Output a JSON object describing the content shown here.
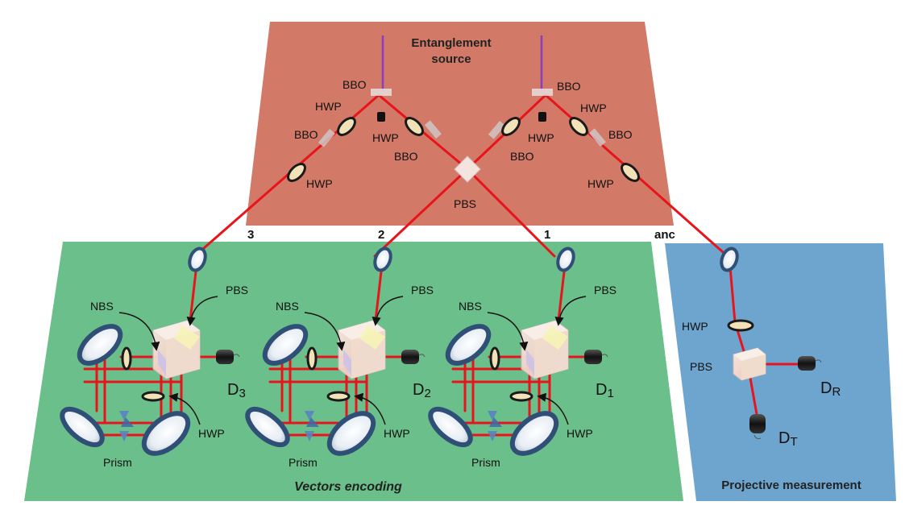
{
  "panels": {
    "source_title_line1": "Entanglement",
    "source_title_line2": "source",
    "encoding_title": "Vectors encoding",
    "measurement_title": "Projective measurement"
  },
  "colors": {
    "source_panel": "#d27a67",
    "encoding_panel": "#6bbf8a",
    "measurement_panel": "#6ea5cf",
    "laser_beam": "#e8141c",
    "pump_beam": "#8a3fbf"
  },
  "source": {
    "bbo": "BBO",
    "hwp": "HWP",
    "pbs": "PBS"
  },
  "beam_labels": {
    "b3": "3",
    "b2": "2",
    "b1": "1",
    "anc": "anc"
  },
  "encoding": {
    "nbs": "NBS",
    "pbs": "PBS",
    "hwp": "HWP",
    "prism": "Prism",
    "detectors": [
      {
        "base": "D",
        "sub": "3"
      },
      {
        "base": "D",
        "sub": "2"
      },
      {
        "base": "D",
        "sub": "1"
      }
    ]
  },
  "measurement": {
    "hwp": "HWP",
    "pbs": "PBS",
    "det_r": {
      "base": "D",
      "sub": "R"
    },
    "det_t": {
      "base": "D",
      "sub": "T"
    }
  },
  "icons": [
    "mirror-icon",
    "waveplate-icon",
    "crystal-icon",
    "cube-icon",
    "detector-icon",
    "prism-icon",
    "arrow-icon"
  ]
}
